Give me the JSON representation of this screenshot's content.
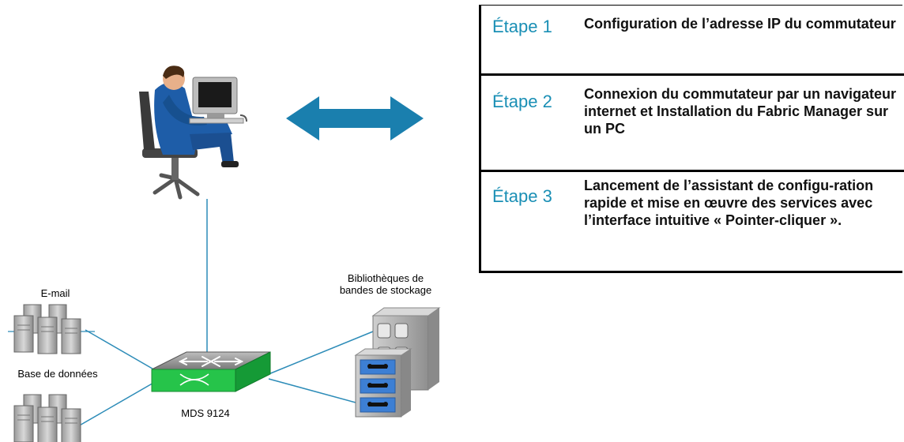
{
  "steps": [
    {
      "label": "Étape 1",
      "text": "Configuration de l’adresse IP du commutateur"
    },
    {
      "label": "Étape 2",
      "text": "Connexion du commutateur par un navigateur internet et Installation du Fabric Manager sur un PC"
    },
    {
      "label": "Étape 3",
      "text": "Lancement de l’assistant de configu-ration rapide et mise en œuvre des services avec  l’interface intuitive « Pointer-cliquer »."
    }
  ],
  "labels": {
    "email": "E-mail",
    "database": "Base de données",
    "switch": "MDS 9124",
    "tape_libraries": "Bibliothèques de bandes de stockage"
  },
  "colors": {
    "accent": "#1a8fb5",
    "arrow": "#1a7fae",
    "link": "#2d8cb8",
    "switch_green": "#26c44a"
  },
  "icons": [
    "user-workstation-icon",
    "double-arrow-icon",
    "server-cluster-icon",
    "mds-switch-icon",
    "tape-library-icon"
  ]
}
